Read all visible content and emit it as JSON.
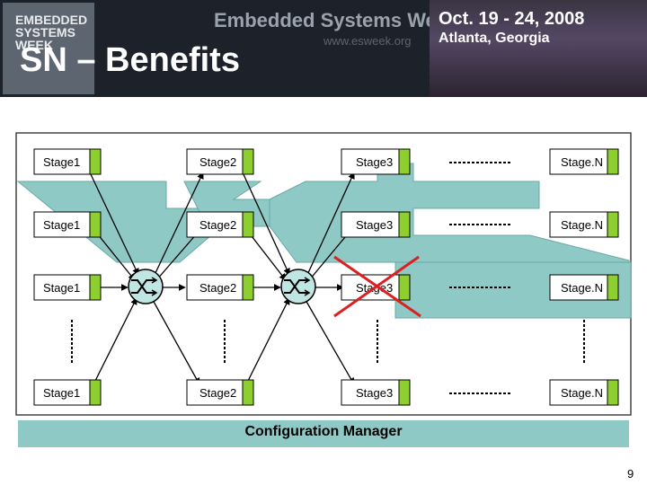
{
  "banner": {
    "logo_lines": [
      "EMBEDDED",
      "SYSTEMS",
      "WEEK"
    ],
    "event": "Embedded Systems Week",
    "url": "www.esweek.org",
    "dates": "Oct. 19 - 24, 2008",
    "location": "Atlanta, Georgia"
  },
  "slide": {
    "title": "SN – Benefits",
    "page_number": "9"
  },
  "diagram": {
    "rows": [
      [
        "Stage1",
        "Stage2",
        "Stage3",
        "Stage.N"
      ],
      [
        "Stage1",
        "Stage2",
        "Stage3",
        "Stage.N"
      ],
      [
        "Stage1",
        "Stage2",
        "Stage3",
        "Stage.N"
      ],
      [
        "Stage1",
        "Stage2",
        "Stage3",
        "Stage.N"
      ]
    ],
    "failed_stage": "row 3, Stage3",
    "config_manager_label": "Configuration Manager",
    "colors": {
      "stage_fill": "#ffffff",
      "stage_tab": "#8ccf2e",
      "path_fill": "#8fc9c6",
      "panel_border": "#444444",
      "failure_cross": "#dd1f1f"
    },
    "icons": [
      "switch-icon",
      "switch-icon"
    ]
  }
}
